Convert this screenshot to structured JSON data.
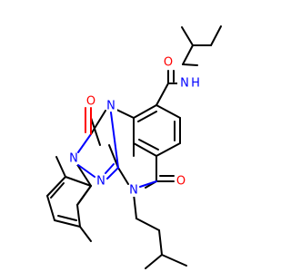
{
  "colors": {
    "carbon_bond": "#000000",
    "oxygen": "#ff0000",
    "nitrogen": "#0000ff",
    "background": "#ffffff"
  },
  "atoms": [
    {
      "id": "O1",
      "text": "O",
      "element": "oxygen"
    },
    {
      "id": "O2",
      "text": "O",
      "element": "oxygen"
    },
    {
      "id": "O3",
      "text": "O",
      "element": "oxygen"
    },
    {
      "id": "N1",
      "text": "N",
      "element": "nitrogen"
    },
    {
      "id": "N2",
      "text": "N",
      "element": "nitrogen"
    },
    {
      "id": "N3",
      "text": "N",
      "element": "nitrogen"
    },
    {
      "id": "N4",
      "text": "N",
      "element": "nitrogen"
    },
    {
      "id": "N5",
      "text": "N",
      "element": "nitrogen"
    },
    {
      "id": "NH",
      "text": "H",
      "element": "nitrogen"
    }
  ]
}
